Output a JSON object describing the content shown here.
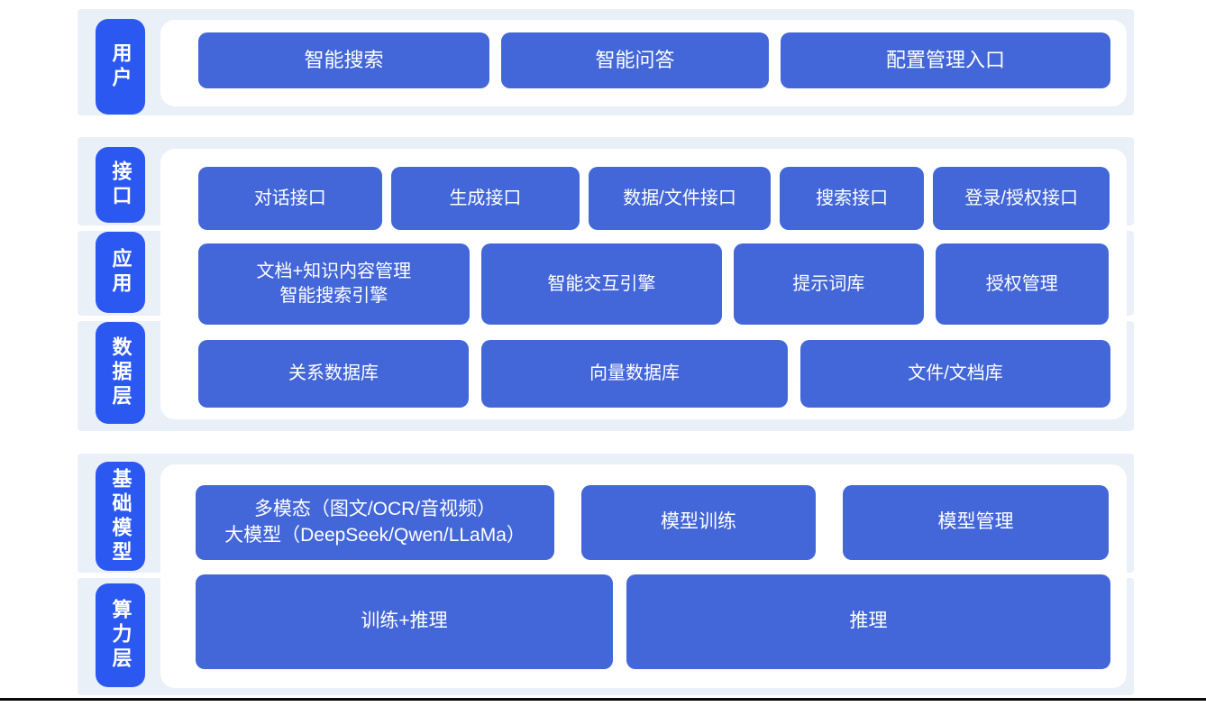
{
  "colors": {
    "label_blue": "#2B58F0",
    "box_blue": "#4367D8",
    "band_bg": "#EAF0F8",
    "panel_bg": "#FFFFFF",
    "box_text": "#FFFFFF",
    "bottom_line": "#0B0B0B"
  },
  "sections": [
    {
      "bands": [
        {
          "label": "用户",
          "boxes": [
            {
              "text": "智能搜索"
            },
            {
              "text": "智能问答"
            },
            {
              "text": "配置管理入口"
            }
          ]
        }
      ]
    },
    {
      "bands": [
        {
          "label": "接口",
          "boxes": [
            {
              "text": "对话接口"
            },
            {
              "text": "生成接口"
            },
            {
              "text": "数据/文件接口"
            },
            {
              "text": "搜索接口"
            },
            {
              "text": "登录/授权接口"
            }
          ]
        },
        {
          "label": "应用",
          "boxes": [
            {
              "line1": "文档+知识内容管理",
              "line2": "智能搜索引擎"
            },
            {
              "text": "智能交互引擎"
            },
            {
              "text": "提示词库"
            },
            {
              "text": "授权管理"
            }
          ]
        },
        {
          "label": "数据层",
          "boxes": [
            {
              "text": "关系数据库"
            },
            {
              "text": "向量数据库"
            },
            {
              "text": "文件/文档库"
            }
          ]
        }
      ]
    },
    {
      "bands": [
        {
          "label": "基础模型",
          "boxes": [
            {
              "line1": "多模态（图文/OCR/音视频）",
              "line2": "大模型（DeepSeek/Qwen/LLaMa）"
            },
            {
              "text": "模型训练"
            },
            {
              "text": "模型管理"
            }
          ]
        },
        {
          "label": "算力层",
          "boxes": [
            {
              "text": "训练+推理"
            },
            {
              "text": "推理"
            }
          ]
        }
      ]
    }
  ]
}
